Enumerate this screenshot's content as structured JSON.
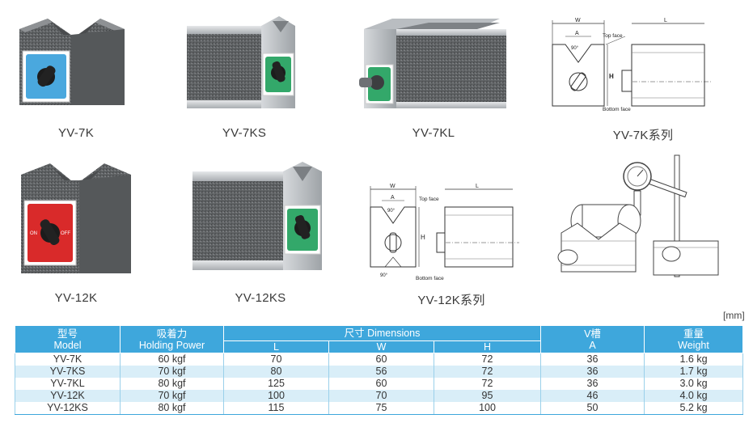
{
  "products": [
    {
      "caption": "YV-7K",
      "dial_color": "#4aa8de"
    },
    {
      "caption": "YV-7KS",
      "dial_color": "#33a86a"
    },
    {
      "caption": "YV-7KL",
      "dial_color": "#33a86a"
    },
    {
      "caption": "YV-7K系列"
    },
    {
      "caption": "YV-12K",
      "dial_color": "#d92a2a"
    },
    {
      "caption": "YV-12KS",
      "dial_color": "#33a86a"
    },
    {
      "caption": "YV-12K系列"
    }
  ],
  "drawing_labels": {
    "w": "W",
    "a": "A",
    "angle": "90°",
    "top_face": "Top face",
    "bottom_face": "Bottom face",
    "h": "H",
    "l": "L"
  },
  "dial_labels": {
    "on": "ON",
    "off": "OFF"
  },
  "table": {
    "unit": "[mm]",
    "headers": {
      "model_cn": "型号",
      "model_en": "Model",
      "power_cn": "吸着力",
      "power_en": "Holding Power",
      "dimensions": "尺寸 Dimensions",
      "l": "L",
      "w": "W",
      "h": "H",
      "v_cn": "V槽",
      "v_en": "A",
      "weight_cn": "重量",
      "weight_en": "Weight"
    },
    "rows": [
      {
        "model": "YV-7K",
        "power": "60 kgf",
        "l": "70",
        "w": "60",
        "h": "72",
        "a": "36",
        "weight": "1.6 kg"
      },
      {
        "model": "YV-7KS",
        "power": "70 kgf",
        "l": "80",
        "w": "56",
        "h": "72",
        "a": "36",
        "weight": "1.7 kg"
      },
      {
        "model": "YV-7KL",
        "power": "80 kgf",
        "l": "125",
        "w": "60",
        "h": "72",
        "a": "36",
        "weight": "3.0 kg"
      },
      {
        "model": "YV-12K",
        "power": "70 kgf",
        "l": "100",
        "w": "70",
        "h": "95",
        "a": "46",
        "weight": "4.0 kg"
      },
      {
        "model": "YV-12KS",
        "power": "80 kgf",
        "l": "115",
        "w": "75",
        "h": "100",
        "a": "50",
        "weight": "5.2 kg"
      }
    ]
  },
  "colors": {
    "header_blue": "#3ea7dc",
    "row_alt": "#d9eef8",
    "body_grey": "#6b6e70",
    "steel": "#c9cdd1"
  }
}
